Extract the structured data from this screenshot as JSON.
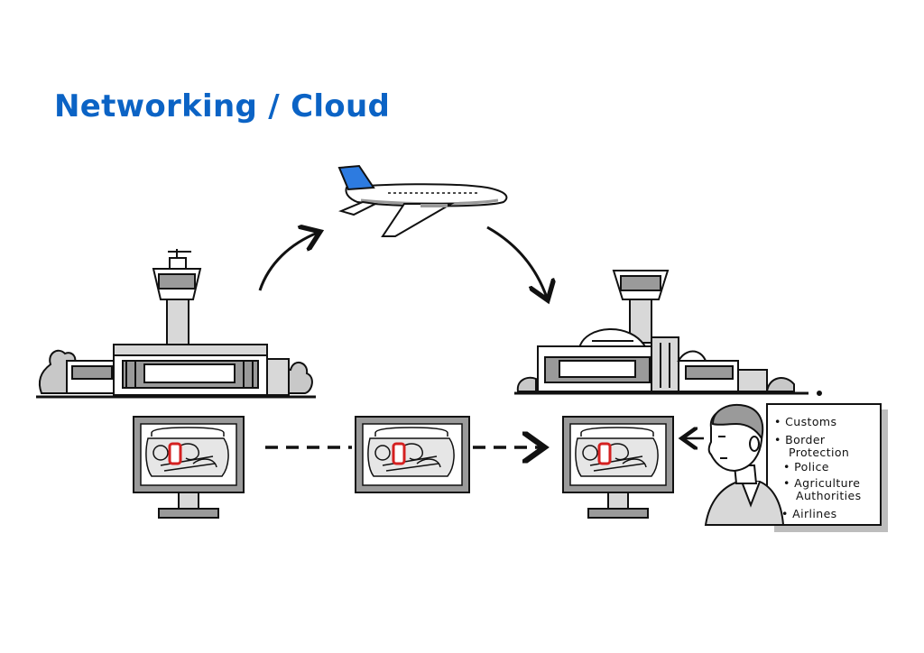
{
  "title": "Networking / Cloud",
  "colors": {
    "title": "#0b63c5",
    "plane_tail": "#2d7be0",
    "highlight": "#d42020",
    "ink": "#111111",
    "shade": "#9a9a9a"
  },
  "icons": {
    "plane": "airplane-icon",
    "origin": "origin-airport-icon",
    "destination": "destination-airport-icon",
    "screen": "baggage-xray-monitor-icon",
    "officer": "officer-icon"
  },
  "notes": {
    "customs": "Customs",
    "border_protection": "Border",
    "border_protection_2": "Protection",
    "police": "Police",
    "agriculture": "Agriculture",
    "agriculture_2": "Authorities",
    "airlines": "Airlines"
  }
}
